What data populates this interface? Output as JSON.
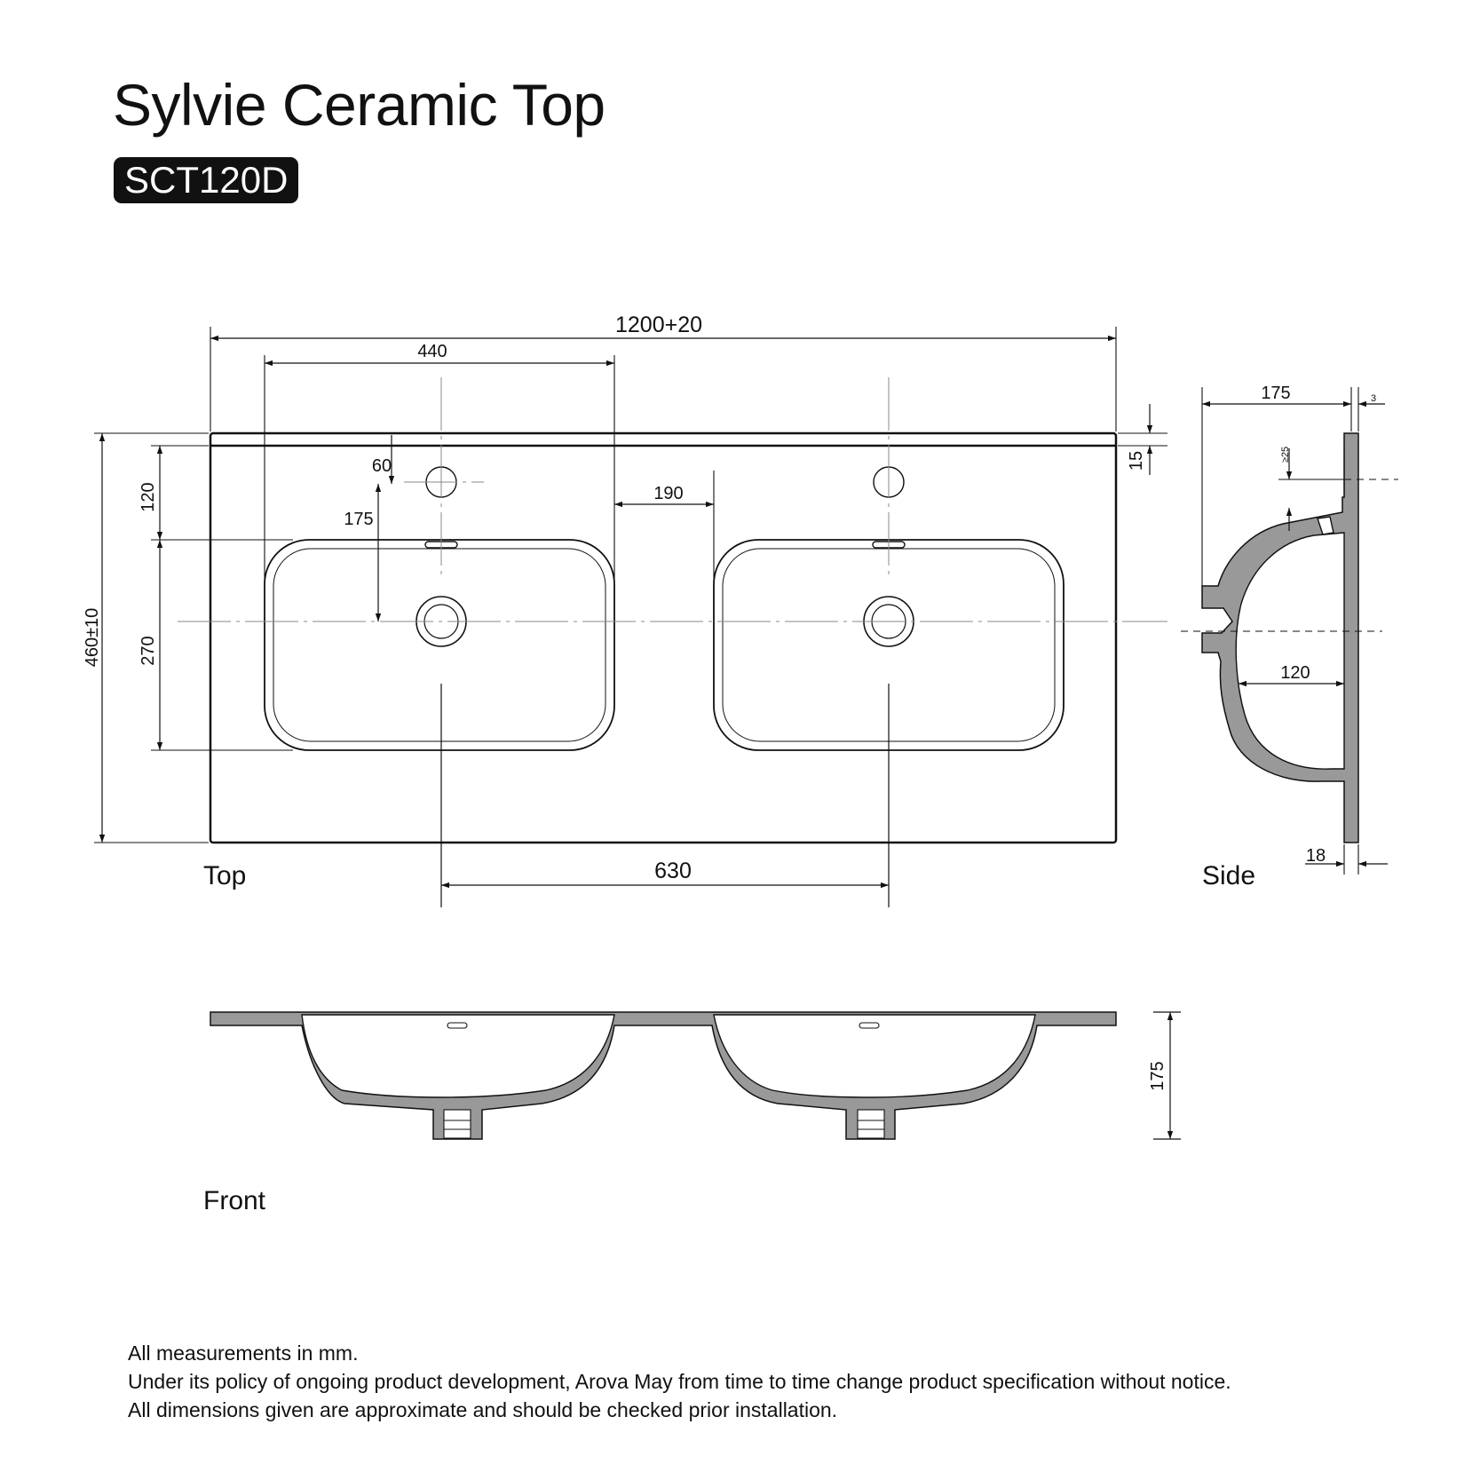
{
  "title": "Sylvie Ceramic Top",
  "model_code": "SCT120D",
  "views": {
    "top": "Top",
    "side": "Side",
    "front": "Front"
  },
  "dimensions": {
    "overall_width": "1200+20",
    "basin_width": "440",
    "overall_depth": "460±10",
    "rear_to_basin": "120",
    "basin_depth": "270",
    "rear_to_taphole": "60",
    "taphole_to_waste": "175",
    "basin_gap": "190",
    "waste_centres": "630",
    "rim_thickness": "15",
    "side_depth": "175",
    "side_lip": "3",
    "side_min_clearance": "≥25",
    "side_bowl_depth": "120",
    "side_wall": "18",
    "front_height": "175"
  },
  "notes": [
    "All measurements in mm.",
    "Under its policy of ongoing product development,  Arova May from time to time change product specification without notice.",
    "All dimensions given are approximate and should be checked prior installation."
  ],
  "colors": {
    "line": "#111111",
    "section_fill": "#999999",
    "centerline": "#888888",
    "label_bg": "#111111"
  }
}
